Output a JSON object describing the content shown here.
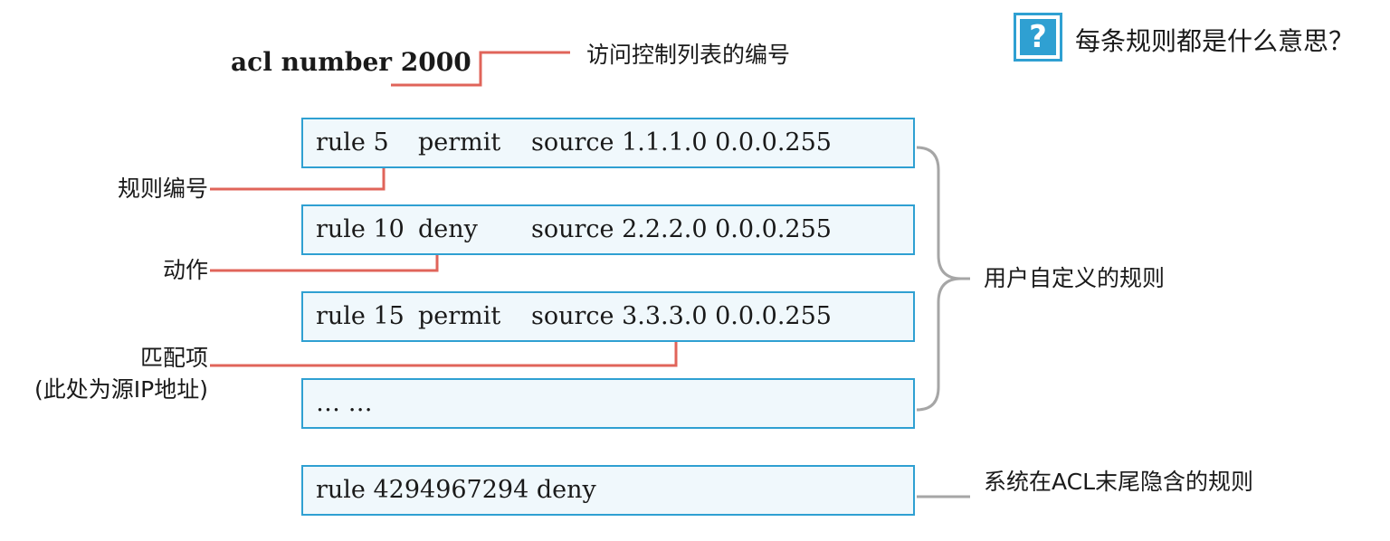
{
  "header": {
    "acl_command": "acl number 2000",
    "acl_command_note": "访问控制列表的编号",
    "help_icon_glyph": "?",
    "help_question": "每条规则都是什么意思？"
  },
  "rules": [
    {
      "prefix": "rule 5",
      "action": "permit",
      "match": "source 1.1.1.0 0.0.0.255"
    },
    {
      "prefix": "rule 10",
      "action": "deny",
      "match": "source 2.2.2.0 0.0.0.255"
    },
    {
      "prefix": "rule 15",
      "action": "permit",
      "match": "source 3.3.3.0 0.0.0.255"
    },
    {
      "text": "… …"
    }
  ],
  "implicit_rule": "rule 4294967294 deny",
  "annotations": {
    "rule_number": "规则编号",
    "action": "动作",
    "match_item": "匹配项",
    "match_item_note": "(此处为源IP地址)",
    "user_defined": "用户自定义的规则",
    "implicit": "系统在ACL末尾隐含的规则"
  },
  "colors": {
    "box_border": "#2fa0d2",
    "box_fill": "#f0f8fc",
    "pointer_line": "#e0645a",
    "bracket_line": "#a6a6a6"
  }
}
